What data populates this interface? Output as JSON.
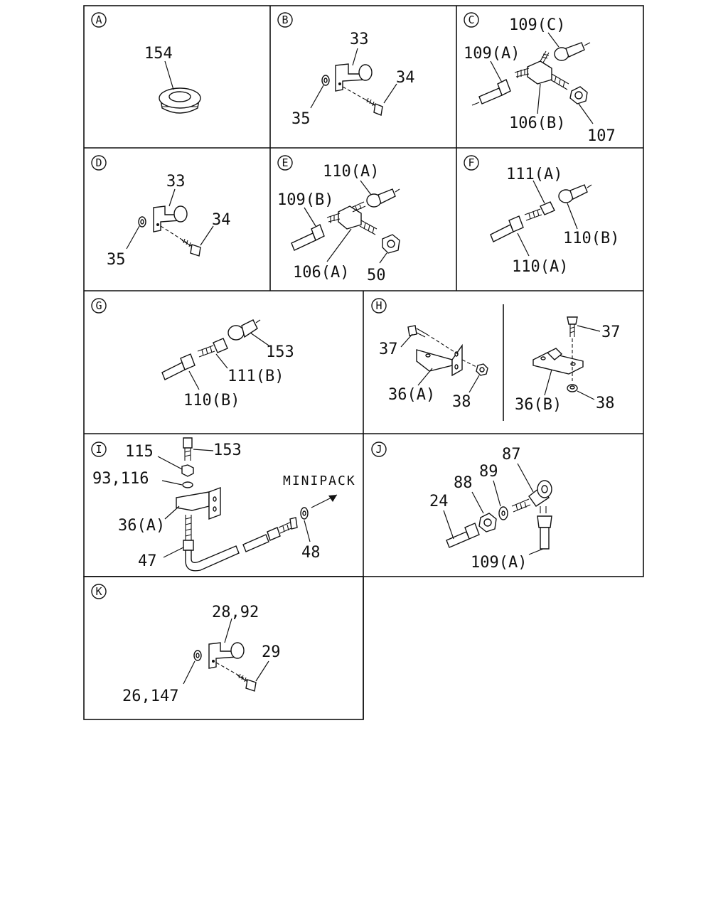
{
  "panels": {
    "A": {
      "letter": "A",
      "labels": [
        "154"
      ]
    },
    "B": {
      "letter": "B",
      "labels": [
        "33",
        "34",
        "35"
      ]
    },
    "C": {
      "letter": "C",
      "labels": [
        "109(C)",
        "109(A)",
        "106(B)",
        "107"
      ]
    },
    "D": {
      "letter": "D",
      "labels": [
        "33",
        "34",
        "35"
      ]
    },
    "E": {
      "letter": "E",
      "labels": [
        "110(A)",
        "109(B)",
        "106(A)",
        "50"
      ]
    },
    "F": {
      "letter": "F",
      "labels": [
        "111(A)",
        "110(B)",
        "110(A)"
      ]
    },
    "G": {
      "letter": "G",
      "labels": [
        "153",
        "111(B)",
        "110(B)"
      ]
    },
    "H": {
      "letter": "H",
      "labels": [
        "37",
        "36(A)",
        "38",
        "37",
        "36(B)",
        "38"
      ]
    },
    "I": {
      "letter": "I",
      "labels": [
        "115",
        "153",
        "93,116",
        "36(A)",
        "47",
        "48"
      ],
      "note": "MINIPACK"
    },
    "J": {
      "letter": "J",
      "labels": [
        "87",
        "88",
        "89",
        "24",
        "109(A)"
      ]
    },
    "K": {
      "letter": "K",
      "labels": [
        "28,92",
        "29",
        "26,147"
      ]
    }
  }
}
